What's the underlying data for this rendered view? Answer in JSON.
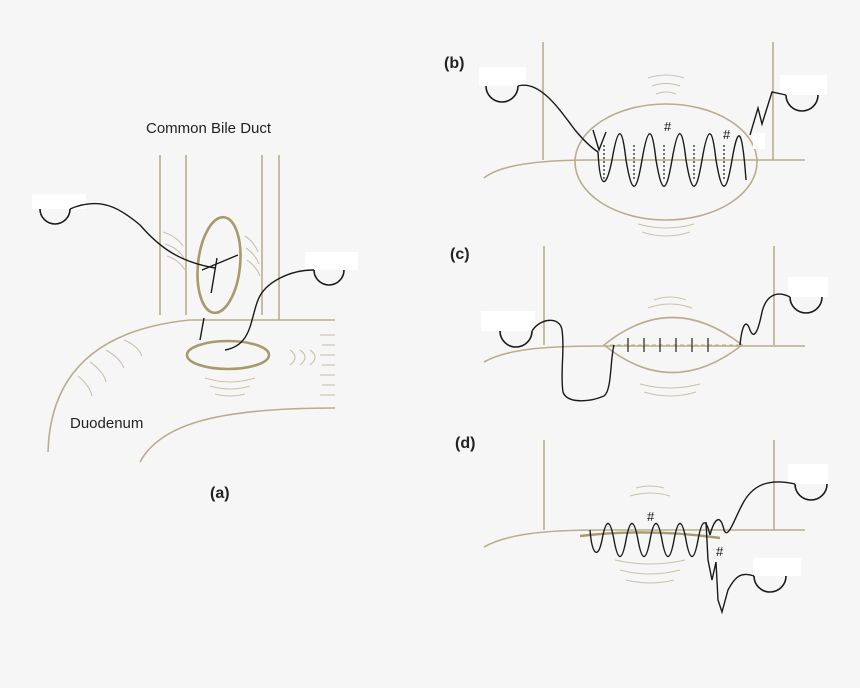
{
  "labels": {
    "common_bile_duct": "Common Bile Duct",
    "duodenum": "Duodenum"
  },
  "panels": {
    "a": "(a)",
    "b": "(b)",
    "c": "(c)",
    "d": "(d)"
  },
  "markers": {
    "hash": "#"
  },
  "colors": {
    "background": "#f6f6f6",
    "tissue_outline": "#b9ad8c",
    "anastomosis_ring": "#a89a6c",
    "suture": "#1a1a1a"
  }
}
